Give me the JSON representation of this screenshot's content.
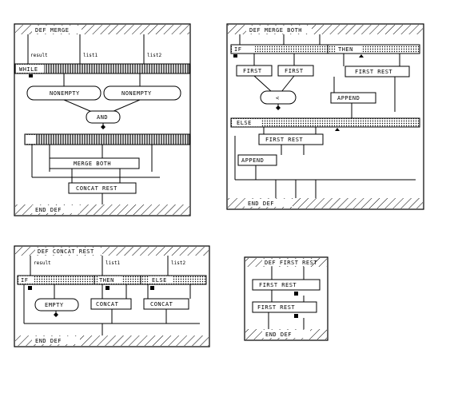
{
  "panels": {
    "merge": {
      "title": "DEF MERGE",
      "in_result": "result",
      "in_1": "list1",
      "in_2": "list2",
      "while": "WHILE",
      "nonempty_1": "NONEMPTY",
      "nonempty_2": "NONEMPTY",
      "and": "AND",
      "merge_both": "MERGE BOTH",
      "concat_rest": "CONCAT REST",
      "end": "END DEF"
    },
    "merge_both": {
      "title": "DEF MERGE BOTH",
      "if": "IF",
      "then": "THEN",
      "first_1": "FIRST",
      "first_2": "FIRST",
      "first_rest_1": "FIRST REST",
      "compare": "<",
      "append_1": "APPEND",
      "else": "ELSE",
      "first_rest_2": "FIRST REST",
      "append_2": "APPEND",
      "end": "END DEF"
    },
    "concat_rest": {
      "title": "DEF CONCAT REST",
      "in_result": "result",
      "in_1": "list1",
      "in_2": "list2",
      "if": "IF",
      "then": "THEN",
      "else": "ELSE",
      "empty": "EMPTY",
      "concat_1": "CONCAT",
      "concat_2": "CONCAT",
      "end": "END DEF"
    },
    "first_rest": {
      "title": "DEF FIRST REST",
      "first_rest_1": "FIRST REST",
      "first_rest_2": "FIRST REST",
      "end": "END DEF"
    }
  }
}
